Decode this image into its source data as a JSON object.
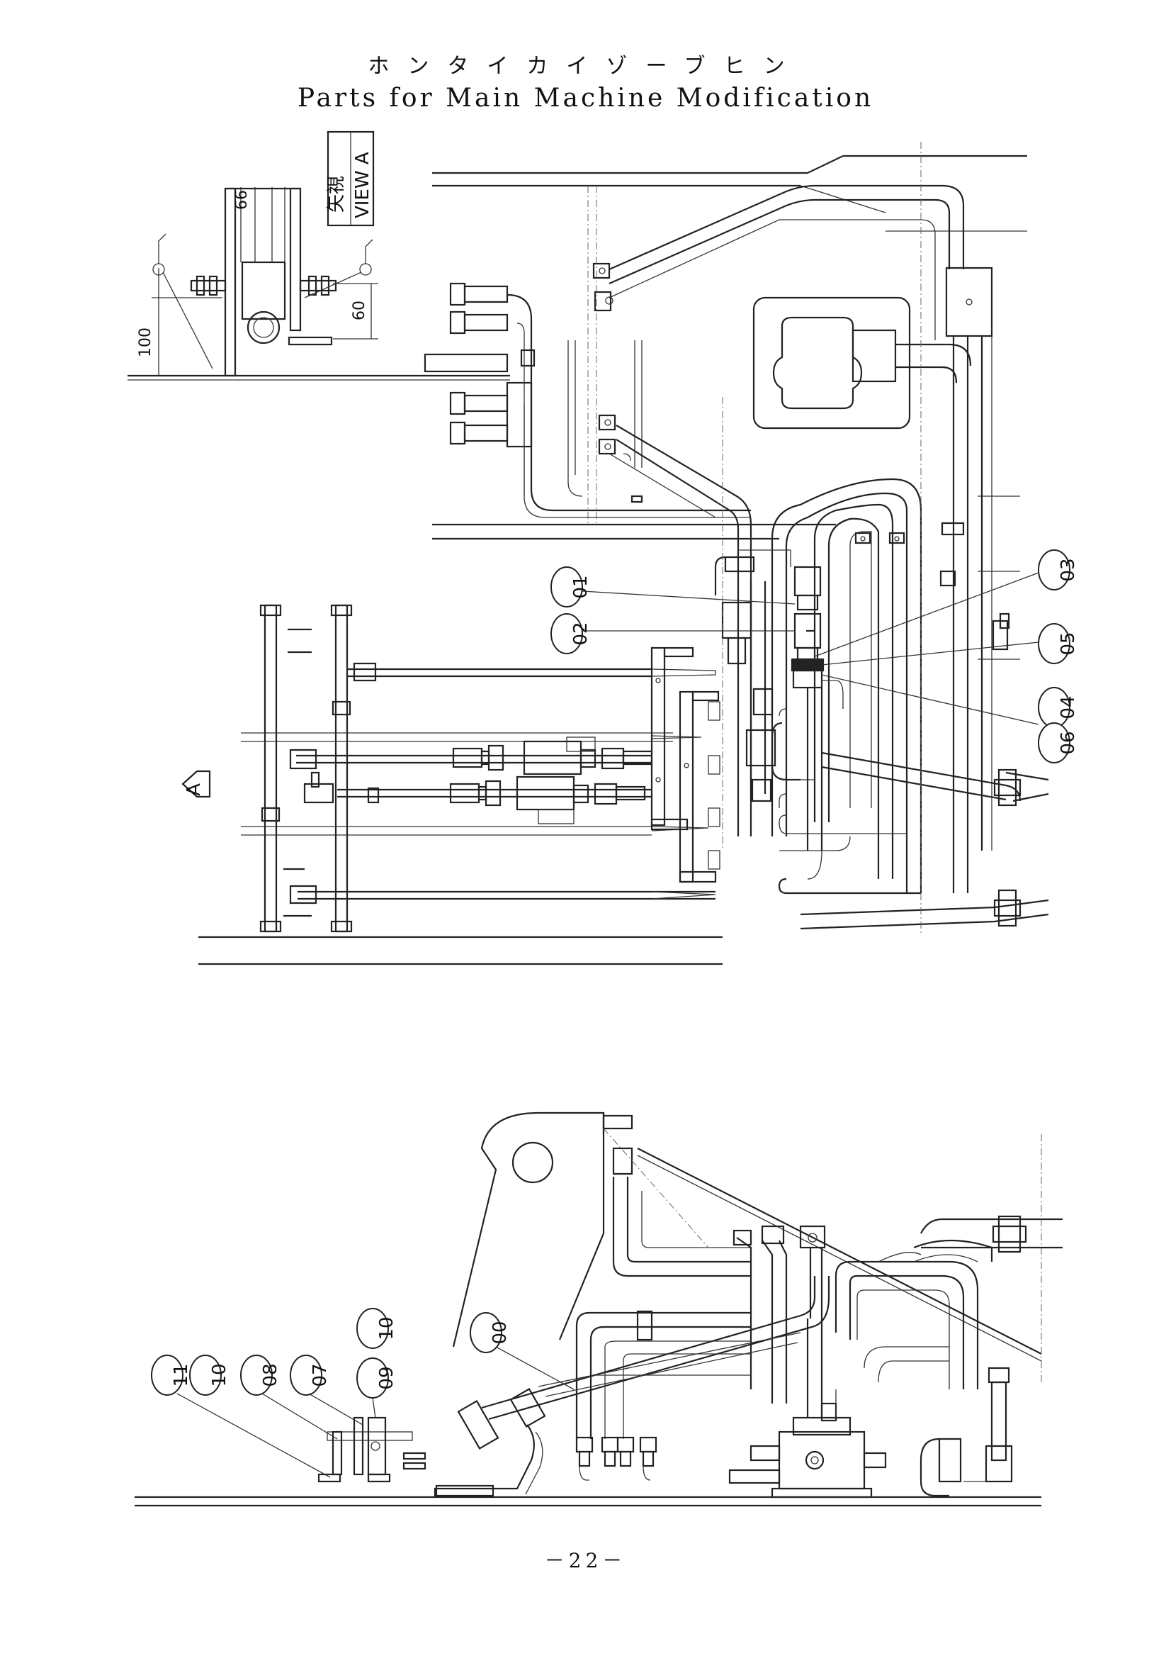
{
  "header": {
    "title_jp": "ホンタイカイゾーブヒン",
    "title_en": "Parts for Main Machine Modification"
  },
  "view_a": {
    "label_jp": "矢視",
    "label_en": "VIEW",
    "letter": "A",
    "dims": {
      "d100": "100",
      "d60": "60",
      "d66": "66"
    },
    "arrow_label": "A"
  },
  "callouts_top": [
    "01",
    "02",
    "03",
    "05",
    "04",
    "06"
  ],
  "callouts_bottom": [
    "00",
    "11",
    "10",
    "08",
    "07",
    "09",
    "10"
  ],
  "footer": {
    "page": "－22－"
  }
}
